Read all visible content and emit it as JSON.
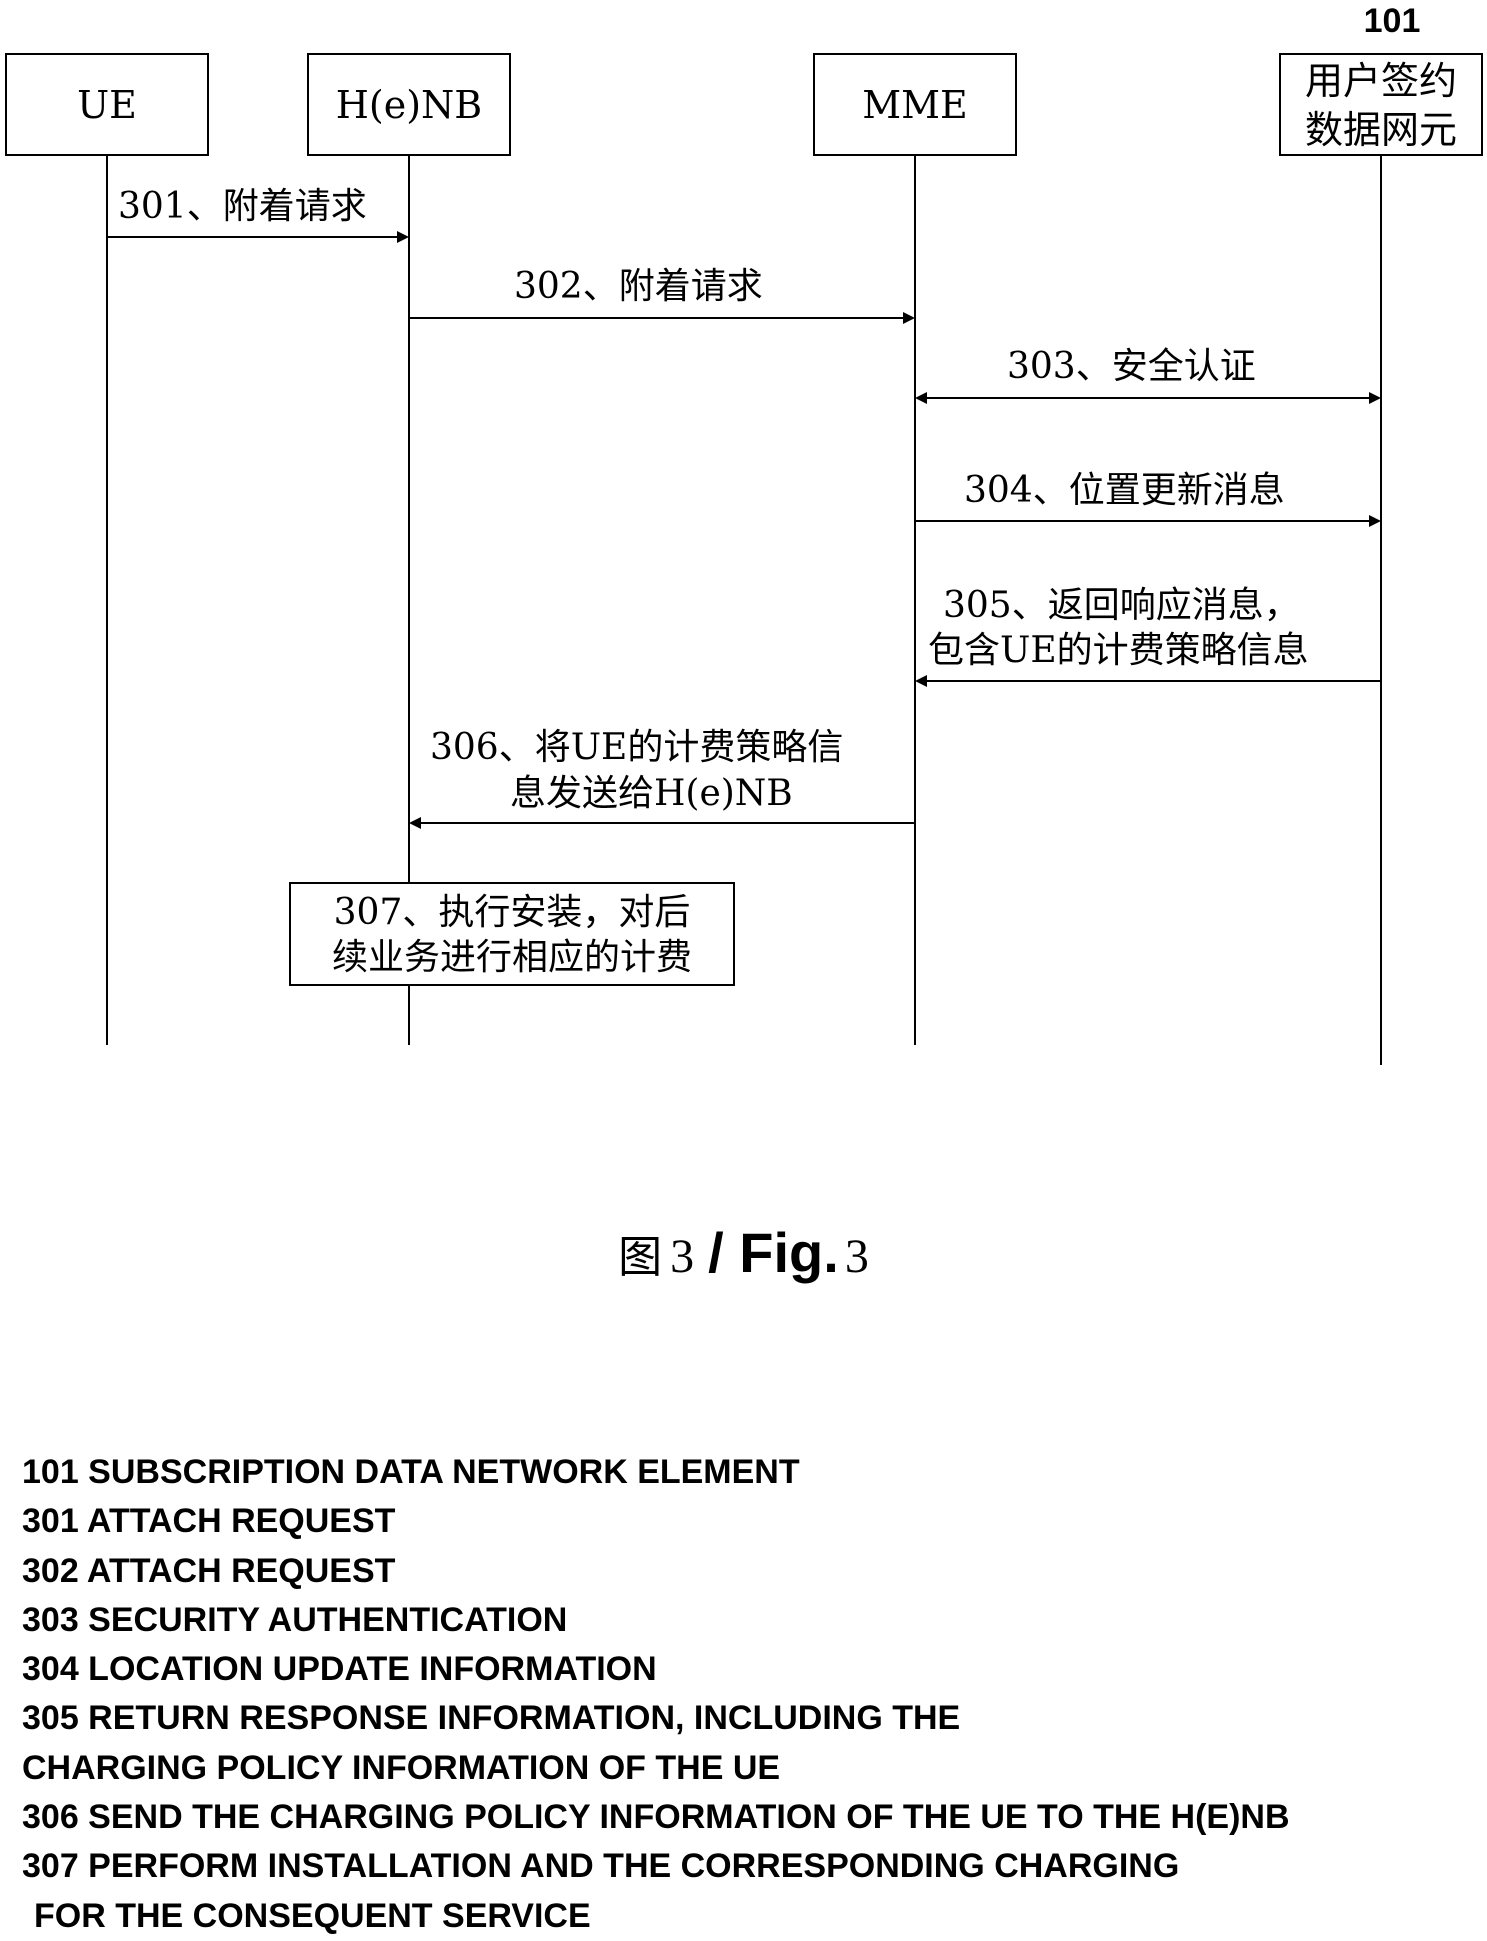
{
  "entities": [
    {
      "id": "ue",
      "label": "UE"
    },
    {
      "id": "henb",
      "label": "H(e)NB"
    },
    {
      "id": "mme",
      "label": "MME"
    },
    {
      "id": "sdne",
      "label_line1": "用户签约",
      "label_line2": "数据网元",
      "ref": "101"
    }
  ],
  "messages": [
    {
      "id": "m301",
      "text": "301、附着请求"
    },
    {
      "id": "m302",
      "text": "302、附着请求"
    },
    {
      "id": "m303",
      "text": "303、安全认证"
    },
    {
      "id": "m304",
      "text": "304、位置更新消息"
    },
    {
      "id": "m305",
      "line1": "305、返回响应消息，",
      "line2": "包含UE的计费策略信息"
    },
    {
      "id": "m306",
      "line1": "306、将UE的计费策略信",
      "line2": "息发送给H(e)NB"
    }
  ],
  "action_box": {
    "line1": "307、执行安装，对后",
    "line2": "续业务进行相应的计费"
  },
  "caption": {
    "cn": "图",
    "en": "/ Fig.",
    "num": "3"
  },
  "legend": [
    "101 SUBSCRIPTION DATA NETWORK ELEMENT",
    "301 ATTACH REQUEST",
    "302 ATTACH REQUEST",
    "303 SECURITY AUTHENTICATION",
    "304 LOCATION UPDATE INFORMATION",
    "305 RETURN RESPONSE INFORMATION, INCLUDING THE",
    "CHARGING POLICY INFORMATION OF THE UE",
    "306 SEND THE CHARGING POLICY INFORMATION OF THE UE TO THE H(E)NB",
    "307 PERFORM INSTALLATION AND THE CORRESPONDING CHARGING",
    "FOR THE CONSEQUENT SERVICE"
  ]
}
